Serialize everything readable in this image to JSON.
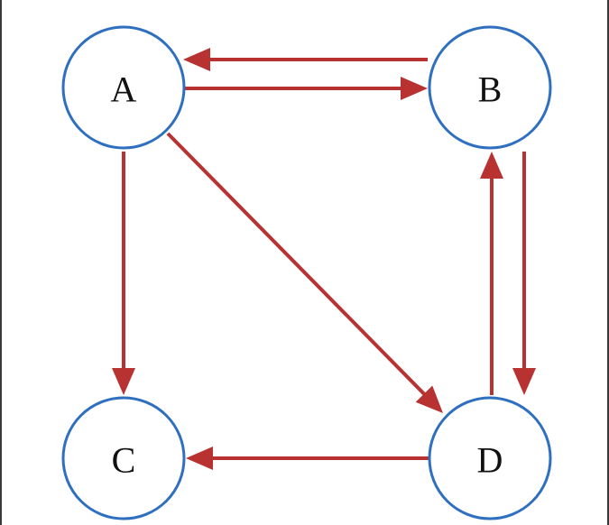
{
  "diagram": {
    "colors": {
      "node_stroke": "#2f6fc0",
      "edge": "#b83232",
      "label": "#111111"
    },
    "nodes": [
      {
        "id": "A",
        "label": "A"
      },
      {
        "id": "B",
        "label": "B"
      },
      {
        "id": "C",
        "label": "C"
      },
      {
        "id": "D",
        "label": "D"
      }
    ],
    "edges": [
      {
        "from": "B",
        "to": "A"
      },
      {
        "from": "A",
        "to": "B"
      },
      {
        "from": "A",
        "to": "C"
      },
      {
        "from": "A",
        "to": "D"
      },
      {
        "from": "B",
        "to": "D"
      },
      {
        "from": "D",
        "to": "B"
      },
      {
        "from": "D",
        "to": "C"
      }
    ]
  }
}
